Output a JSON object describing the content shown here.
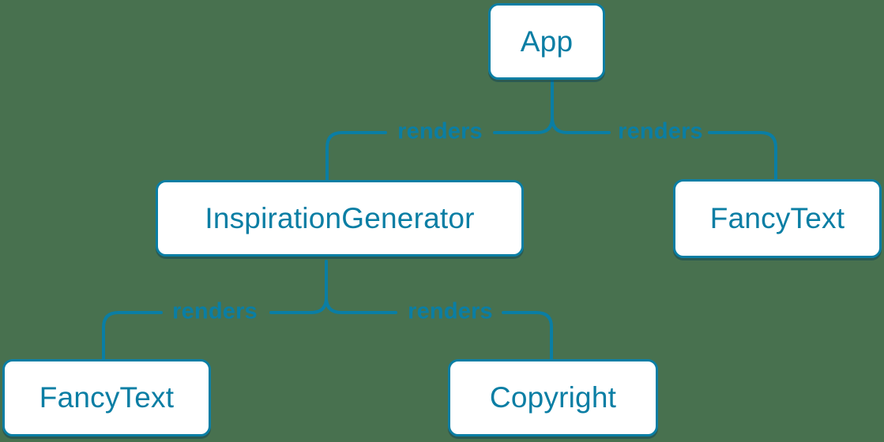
{
  "diagram": {
    "type": "component-render-tree",
    "colors": {
      "background": "#48714F",
      "accent": "#0A7EA4",
      "node_fill": "#FFFFFF"
    },
    "nodes": [
      {
        "id": "app",
        "label": "App"
      },
      {
        "id": "inspiration-generator",
        "label": "InspirationGenerator"
      },
      {
        "id": "fancy-text-top",
        "label": "FancyText"
      },
      {
        "id": "fancy-text-bottom",
        "label": "FancyText"
      },
      {
        "id": "copyright",
        "label": "Copyright"
      }
    ],
    "edges": [
      {
        "from": "App",
        "to": "InspirationGenerator",
        "label": "renders"
      },
      {
        "from": "App",
        "to": "FancyText",
        "label": "renders"
      },
      {
        "from": "InspirationGenerator",
        "to": "FancyText",
        "label": "renders"
      },
      {
        "from": "InspirationGenerator",
        "to": "Copyright",
        "label": "renders"
      }
    ]
  }
}
